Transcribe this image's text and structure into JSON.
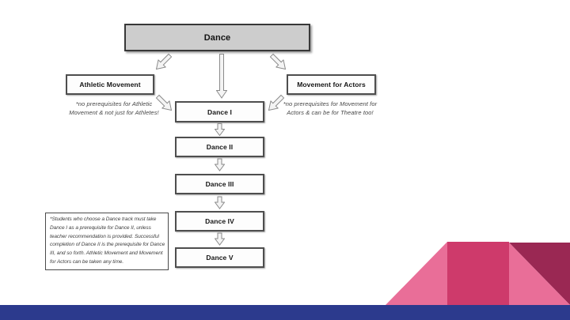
{
  "flowchart": {
    "root_label": "Dance",
    "left_branch": {
      "label": "Athletic Movement",
      "note_line1": "*no prerequisites for Athletic",
      "note_line2": "Movement & not just for Athletes!"
    },
    "right_branch": {
      "label": "Movement for Actors",
      "note_line1": "*no prerequisites for Movement for",
      "note_line2": "Actors & can be for Theatre too!"
    },
    "levels": [
      "Dance I",
      "Dance II",
      "Dance III",
      "Dance IV",
      "Dance V"
    ],
    "footnote_lines": [
      "*Students who choose a Dance track must take",
      "Dance I as a prerequisite for Dance II, unless",
      "teacher recommendation is provided. Successful",
      "completion of Dance II is the prerequisite for Dance",
      "III, and so forth. Athletic Movement and Movement",
      "for Actors can be taken any time."
    ]
  },
  "decoration": {
    "footer_bar_color": "#2c3a8d",
    "triangle_pink": "#e96e98",
    "triangle_crimson": "#ce3a6b",
    "triangle_maroon": "#9a2853",
    "arrow_fill": "#f4f4f4",
    "arrow_stroke": "#8a8a8a"
  }
}
